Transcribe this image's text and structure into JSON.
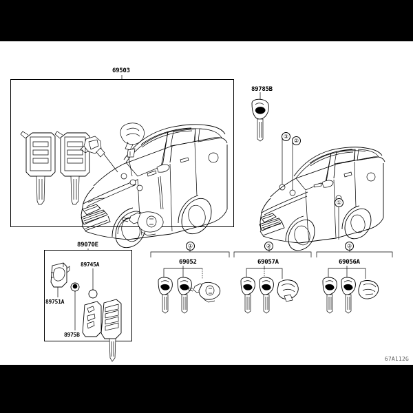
{
  "page": {
    "background": "#000000",
    "sheet_background": "#ffffff",
    "drawing_code": "67A112G"
  },
  "main_panel": {
    "label": "69503",
    "name": "key-set-main-panel"
  },
  "transponder": {
    "label": "89785B"
  },
  "vehicle_callouts": [
    {
      "id": "callout-3",
      "symbol": "③"
    },
    {
      "id": "callout-2",
      "symbol": "②"
    },
    {
      "id": "callout-1",
      "symbol": "①"
    }
  ],
  "remote_panel": {
    "label": "89070E",
    "parts": [
      {
        "label": "89751A"
      },
      {
        "label": "89745A"
      },
      {
        "label": "8975B"
      }
    ]
  },
  "groups": [
    {
      "symbol": "①",
      "label": "69052"
    },
    {
      "symbol": "②",
      "label": "69057A"
    },
    {
      "symbol": "③",
      "label": "69056A"
    }
  ]
}
